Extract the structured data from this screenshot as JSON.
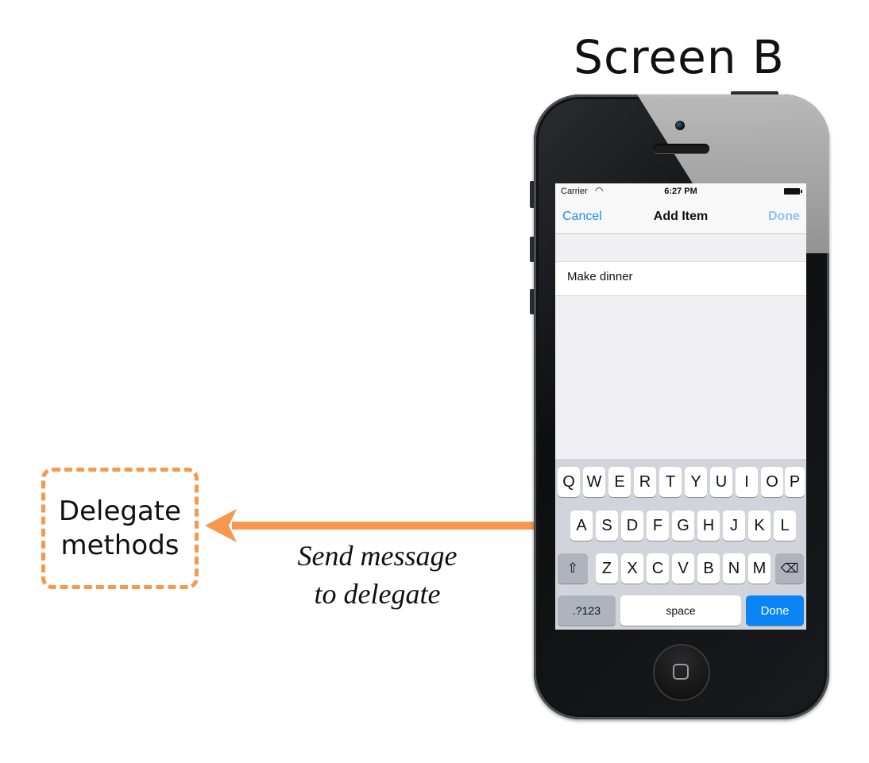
{
  "diagram": {
    "screen_label": "Screen B",
    "delegate_box": "Delegate\nmethods",
    "arrow_label": [
      "Send message",
      "to delegate"
    ],
    "accent_color": "#f6984d"
  },
  "status_bar": {
    "carrier": "Carrier",
    "wifi_icon": "wifi-icon",
    "time": "6:27 PM",
    "battery_icon": "battery-icon"
  },
  "nav_bar": {
    "cancel": "Cancel",
    "title": "Add Item",
    "done": "Done"
  },
  "text_field": {
    "value": "Make dinner"
  },
  "keyboard": {
    "row1": [
      "Q",
      "W",
      "E",
      "R",
      "T",
      "Y",
      "U",
      "I",
      "O",
      "P"
    ],
    "row2": [
      "A",
      "S",
      "D",
      "F",
      "G",
      "H",
      "J",
      "K",
      "L"
    ],
    "row3": [
      "Z",
      "X",
      "C",
      "V",
      "B",
      "N",
      "M"
    ],
    "shift_icon": "shift-icon",
    "delete_icon": "delete-icon",
    "numbers": ".?123",
    "space": "space",
    "done": "Done"
  }
}
